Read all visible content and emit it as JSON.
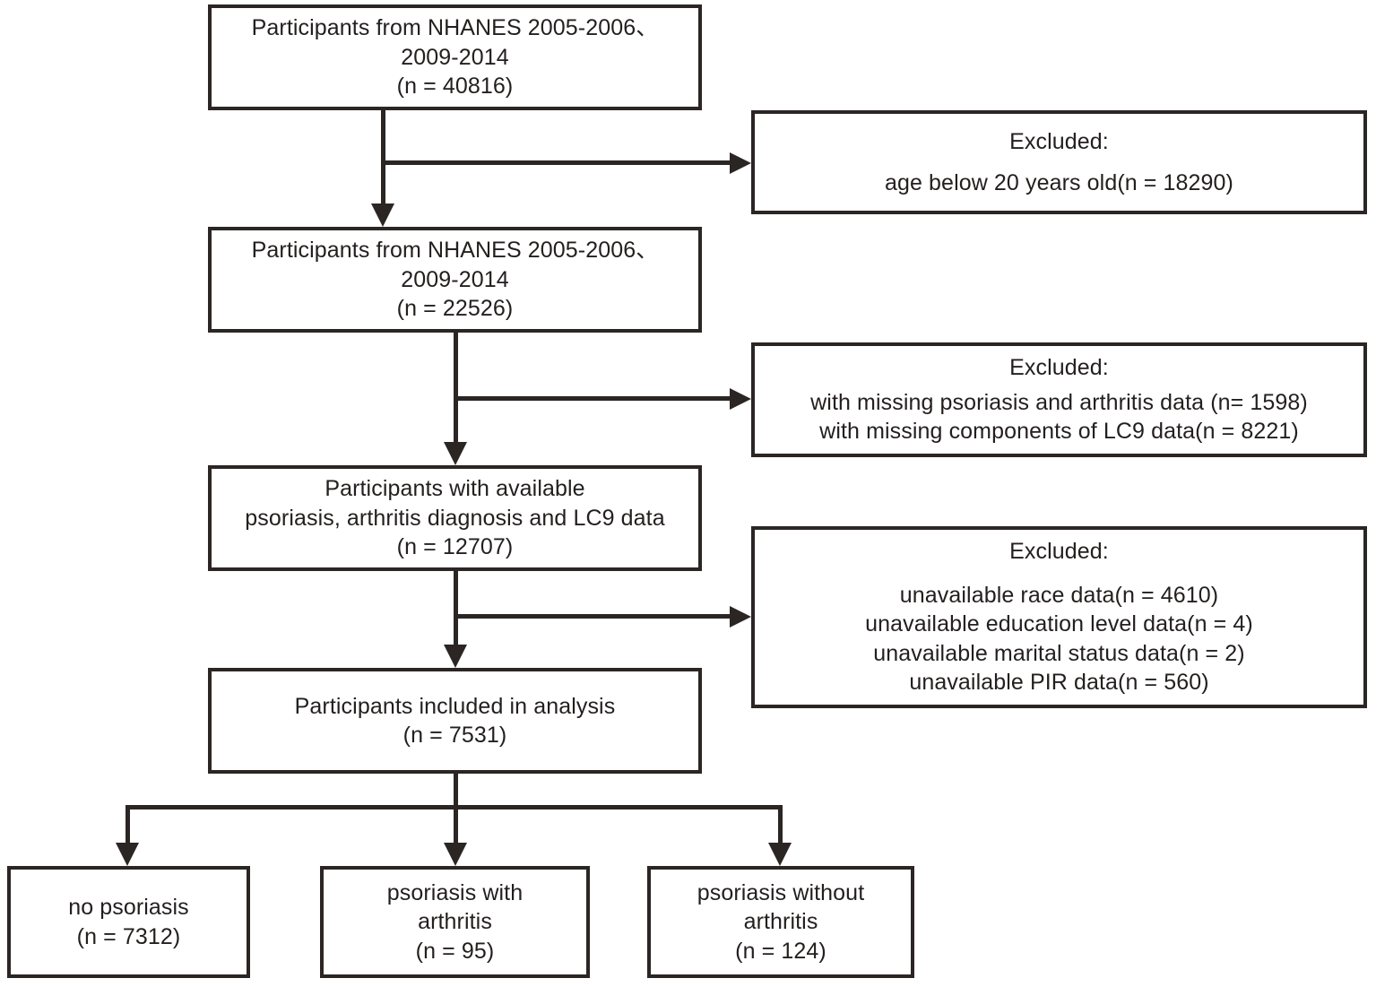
{
  "diagram": {
    "title": "NHANES psoriasis participant selection flowchart",
    "type": "flowchart",
    "colors": {
      "stroke": "#2b2524",
      "fill": "#ffffff",
      "text": "#231f1e"
    },
    "nodes": {
      "cohort_initial": {
        "lines": [
          "Participants from NHANES 2005-2006、",
          "2009-2014",
          "(n = 40816)"
        ],
        "count": 40816
      },
      "cohort_adults": {
        "lines": [
          "Participants from NHANES 2005-2006、",
          "2009-2014",
          "(n = 22526)"
        ],
        "count": 22526
      },
      "cohort_lc9": {
        "lines": [
          "Participants with available",
          "psoriasis, arthritis diagnosis and LC9 data",
          "(n = 12707)"
        ],
        "count": 12707
      },
      "cohort_final": {
        "lines": [
          "Participants included in analysis",
          "(n = 7531)"
        ],
        "count": 7531
      },
      "excluded_age": {
        "heading": "Excluded:",
        "lines": [
          "age below 20 years old(n = 18290)"
        ]
      },
      "excluded_data": {
        "heading": "Excluded:",
        "lines": [
          "with missing psoriasis and arthritis data (n= 1598)",
          "with missing components of LC9 data(n = 8221)"
        ]
      },
      "excluded_covars": {
        "heading": "Excluded:",
        "lines": [
          "unavailable race data(n = 4610)",
          "unavailable education level data(n = 4)",
          "unavailable marital status data(n = 2)",
          "unavailable PIR data(n = 560)"
        ]
      },
      "outcome_no_psoriasis": {
        "lines": [
          "no psoriasis",
          "(n = 7312)"
        ],
        "count": 7312
      },
      "outcome_psoriasis_with_arthritis": {
        "lines": [
          "psoriasis with",
          "arthritis",
          "(n = 95)"
        ],
        "count": 95
      },
      "outcome_psoriasis_without_arthritis": {
        "lines": [
          "psoriasis without",
          "arthritis",
          "(n = 124)"
        ],
        "count": 124
      }
    }
  }
}
